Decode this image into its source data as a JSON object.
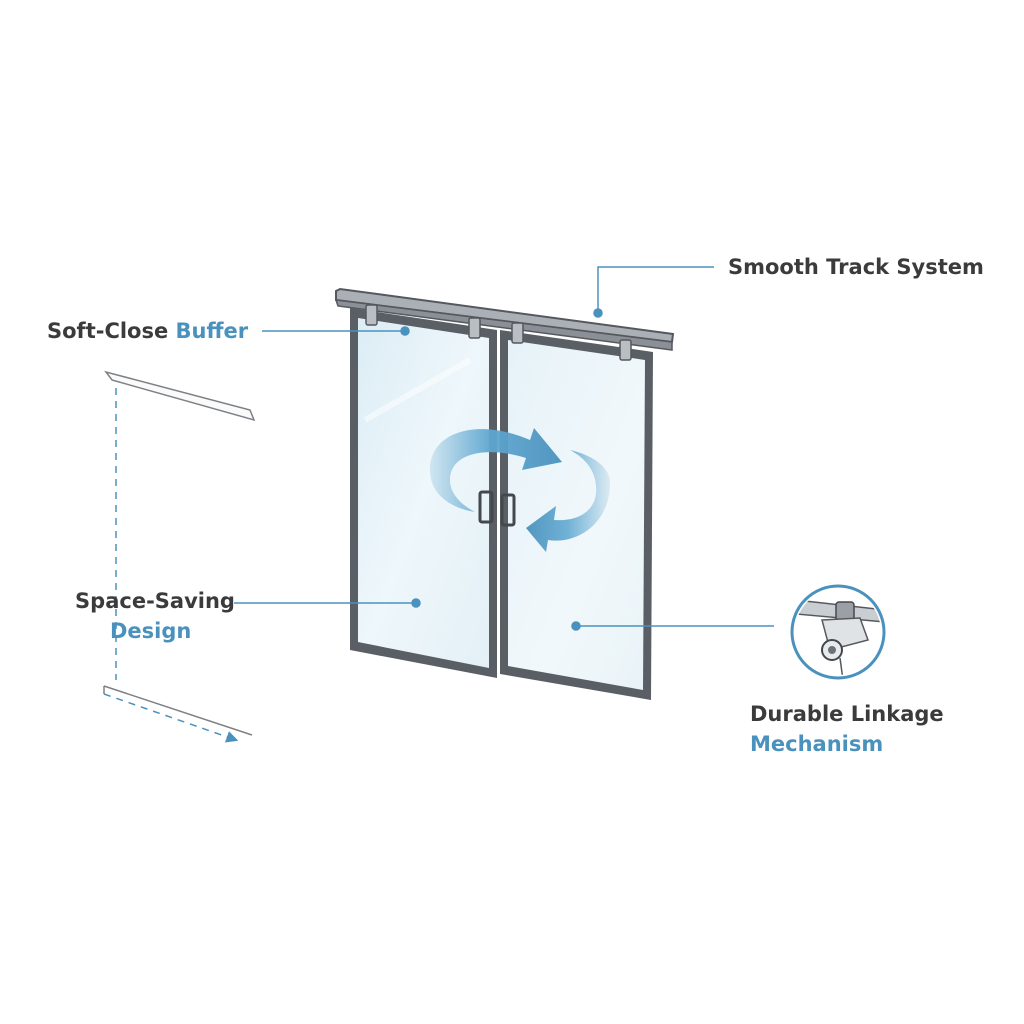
{
  "colors": {
    "accent": "#4a92bd",
    "text": "#3b3b3b",
    "frame": "#55595f",
    "glass": "#e8f3f8",
    "arrow": "#6aaed4"
  },
  "labels": {
    "smooth_track": "Smooth Track System",
    "soft_close": {
      "part1": "Soft-Close ",
      "part2": "Buffer"
    },
    "space_saving": {
      "line1": "Space-Saving",
      "line2": "Design"
    },
    "durable_linkage": {
      "line1": "Durable Linkage",
      "line2": "Mechanism"
    }
  },
  "icons": {
    "rotation": "circular-arrows-icon",
    "detail": "linkage-detail-icon"
  }
}
